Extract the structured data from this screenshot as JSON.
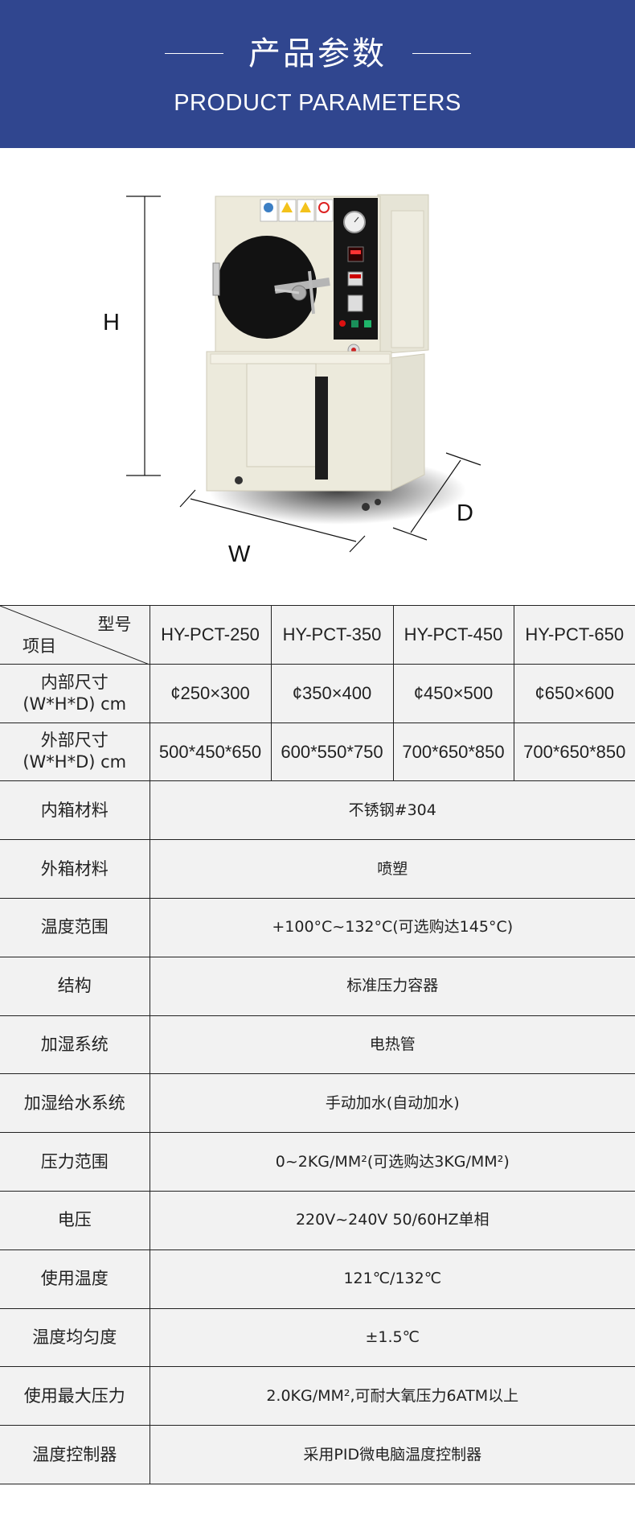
{
  "header": {
    "title": "产品参数",
    "subtitle": "PRODUCT PARAMETERS",
    "background_color": "#30468f"
  },
  "figure": {
    "dimension_labels": {
      "height": "H",
      "width": "W",
      "depth": "D"
    }
  },
  "table": {
    "corner": {
      "top_right": "型号",
      "bottom_left": "项目"
    },
    "models": [
      "HY-PCT-250",
      "HY-PCT-350",
      "HY-PCT-450",
      "HY-PCT-650"
    ],
    "per_model_rows": [
      {
        "label": [
          "内部尺寸",
          "(W*H*D) cm"
        ],
        "values": [
          "¢250×300",
          "¢350×400",
          "¢450×500",
          "¢650×600"
        ]
      },
      {
        "label": [
          "外部尺寸",
          "(W*H*D) cm"
        ],
        "values": [
          "500*450*650",
          "600*550*750",
          "700*650*850",
          "700*650*850"
        ]
      }
    ],
    "shared_rows": [
      {
        "label": "内箱材料",
        "value": "不锈钢#304"
      },
      {
        "label": "外箱材料",
        "value": "喷塑"
      },
      {
        "label": "温度范围",
        "value": "+100°C~132°C(可选购达145°C)"
      },
      {
        "label": "结构",
        "value": "标准压力容器"
      },
      {
        "label": "加湿系统",
        "value": "电热管"
      },
      {
        "label": "加湿给水系统",
        "value": "手动加水(自动加水)"
      },
      {
        "label": "压力范围",
        "value": "0~2KG/MM²(可选购达3KG/MM²)"
      },
      {
        "label": "电压",
        "value": "220V~240V  50/60HZ单相"
      },
      {
        "label": "使用温度",
        "value": "121℃/132℃"
      },
      {
        "label": "温度均匀度",
        "value": "±1.5℃"
      },
      {
        "label": "使用最大压力",
        "value": "2.0KG/MM²,可耐大氧压力6ATM以上"
      },
      {
        "label": "温度控制器",
        "value": "采用PID微电脑温度控制器"
      }
    ]
  }
}
